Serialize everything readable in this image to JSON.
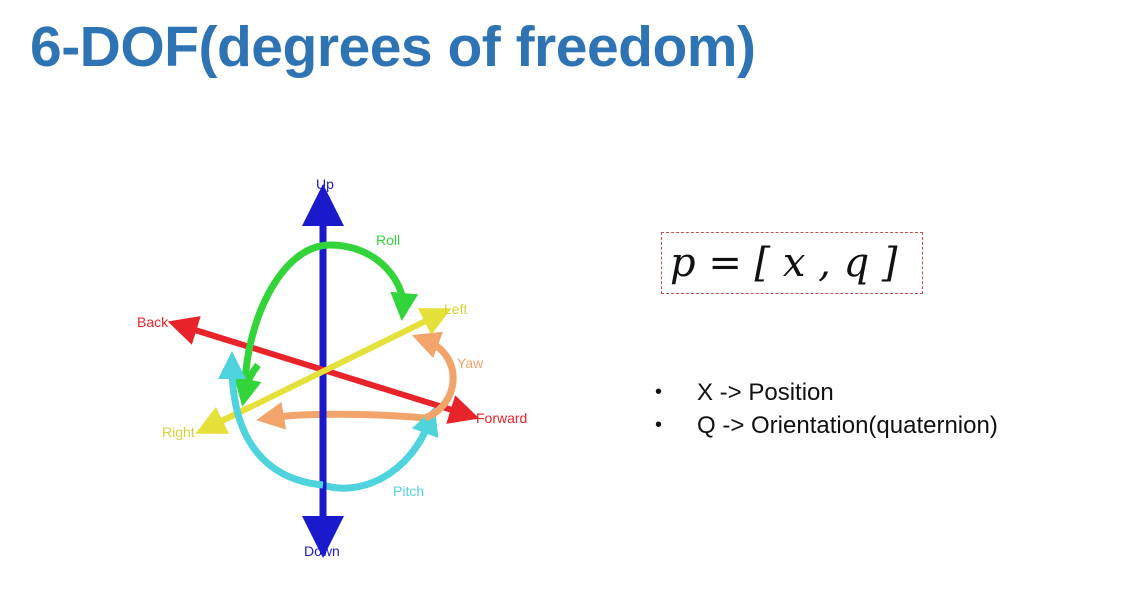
{
  "slide": {
    "title": "6-DOF(degrees of freedom)",
    "title_color": "#2e74b5"
  },
  "diagram": {
    "labels": {
      "up": "Up",
      "down": "Down",
      "back": "Back",
      "forward": "Forward",
      "left": "Left",
      "right": "Right",
      "roll": "Roll",
      "yaw": "Yaw",
      "pitch": "Pitch"
    },
    "colors": {
      "vertical_axis": "#1a1acc",
      "forward_axis": "#e8242a",
      "lateral_axis": "#e6e03a",
      "roll": "#33d43a",
      "yaw": "#f2a46a",
      "pitch": "#4fd3dd"
    }
  },
  "formula": {
    "text": "p = [ x , q ]",
    "border_color": "#c0504d"
  },
  "bullets": [
    {
      "marker": "•",
      "text": "X -> Position"
    },
    {
      "marker": "•",
      "text": "Q -> Orientation(quaternion)"
    }
  ]
}
